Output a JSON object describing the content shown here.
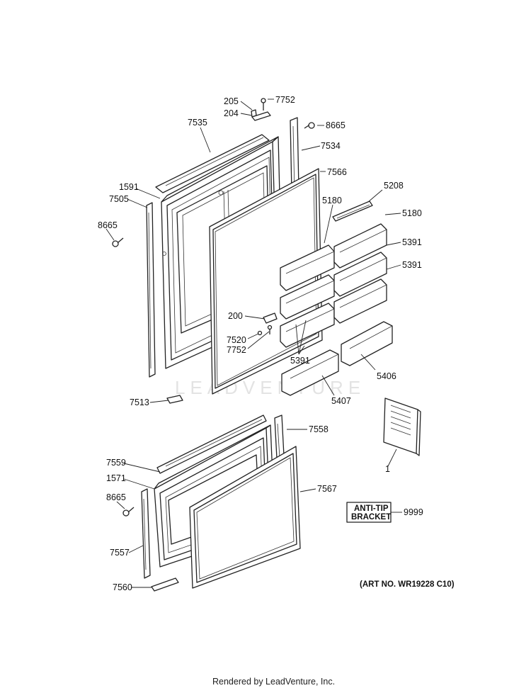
{
  "diagram": {
    "art_number": "(ART NO. WR19228 C10)",
    "footer": "Rendered by LeadVenture, Inc.",
    "watermark": "LEADVENTURE",
    "anti_tip_bracket": {
      "line1": "ANTI-TIP",
      "line2": "BRACKET",
      "part": "9999"
    },
    "callouts": {
      "c205": "205",
      "c7752_top": "7752",
      "c204": "204",
      "c8665_top": "8665",
      "c7535": "7535",
      "c7534": "7534",
      "c7566": "7566",
      "c1591": "1591",
      "c7505": "7505",
      "c5208": "5208",
      "c5180_a": "5180",
      "c5180_b": "5180",
      "c8665_left": "8665",
      "c5391_a": "5391",
      "c5391_b": "5391",
      "c200": "200",
      "c7520": "7520",
      "c7752_mid": "7752",
      "c5391_c": "5391",
      "c5406": "5406",
      "c5407": "5407",
      "c7513": "7513",
      "c7558": "7558",
      "c7559": "7559",
      "c1571": "1571",
      "c8665_bottom": "8665",
      "c7567": "7567",
      "c1": "1",
      "c7557": "7557",
      "c7560": "7560"
    }
  }
}
